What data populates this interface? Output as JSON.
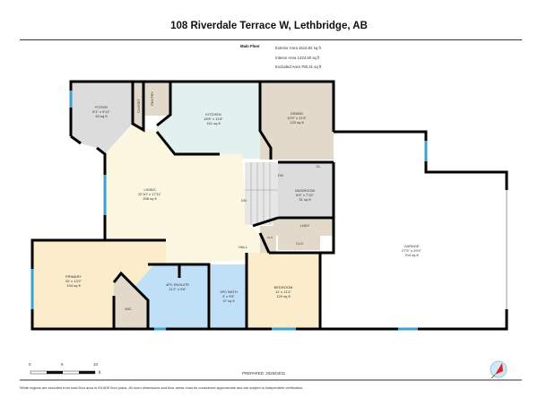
{
  "header": {
    "title": "108 Riverdale Terrace W, Lethbridge, AB"
  },
  "summary": {
    "floor": "Main Floor",
    "exterior": "Exterior Area 1516.92 sq ft",
    "interior": "Interior Area 1424.50 sq ft",
    "excluded": "Excluded Area 750.31 sq ft"
  },
  "rooms": {
    "foyer": {
      "name": "FOYER",
      "dims": "8'1\" x 9'11\"",
      "area": "64 sq ft"
    },
    "closet": {
      "name": "CLOSET"
    },
    "pantry": {
      "name": "PANTRY"
    },
    "kitchen": {
      "name": "KITCHEN",
      "dims": "18'8\" x 11'8\"",
      "area": "161 sq ft"
    },
    "dining": {
      "name": "DINING",
      "dims": "10'9\" x 11'9\"",
      "area": "120 sq ft"
    },
    "living": {
      "name": "LIVING",
      "dims": "22'10\" x 17'11\"",
      "area": "298 sq ft"
    },
    "mudroom": {
      "name": "MUDROOM",
      "dims": "8'3\" x 7'10\"",
      "area": "51 sq ft"
    },
    "cl": {
      "name": "CL"
    },
    "lndy": {
      "name": "LNDY"
    },
    "hall": {
      "name": "HALL"
    },
    "clo_small": {
      "name": "CLO"
    },
    "clo": {
      "name": "CLO"
    },
    "garage": {
      "name": "GARAGE",
      "dims": "27'5\" x 29'4\"",
      "area": "704 sq ft"
    },
    "primary": {
      "name": "PRIMARY",
      "dims": "20' x 13'2\"",
      "area": "194 sq ft"
    },
    "wic": {
      "name": "WIC"
    },
    "ensuite": {
      "name": "4PC ENSUITE",
      "dims": "11'2\" x 9'6\""
    },
    "bath": {
      "name": "4PC BATH",
      "dims": "5' x 9'6\"",
      "area": "47 sq ft"
    },
    "bedroom": {
      "name": "BEDROOM",
      "dims": "11' x 11'4\"",
      "area": "120 sq ft"
    }
  },
  "stairs": {
    "dn1": "DN",
    "dn2": "DN"
  },
  "scale": {
    "t0": "0",
    "t5": "5",
    "t10": "10",
    "unit": "ft"
  },
  "footer": {
    "prepared": "PREPARED: 2026/03/31",
    "disclaimer": "White regions are excluded from total floor area in iGUIDE floor plans. All room dimensions and floor areas must be considered approximate and are subject to independent verification."
  },
  "colors": {
    "wall": "#000000",
    "window": "#3aa0d0",
    "living": "#fbf6df",
    "kitchen": "#e3f1ee",
    "dining": "#e2d9cb",
    "wet": "#bfe0f7",
    "bedroom": "#fbeccb",
    "utility": "#dcdcdc"
  }
}
